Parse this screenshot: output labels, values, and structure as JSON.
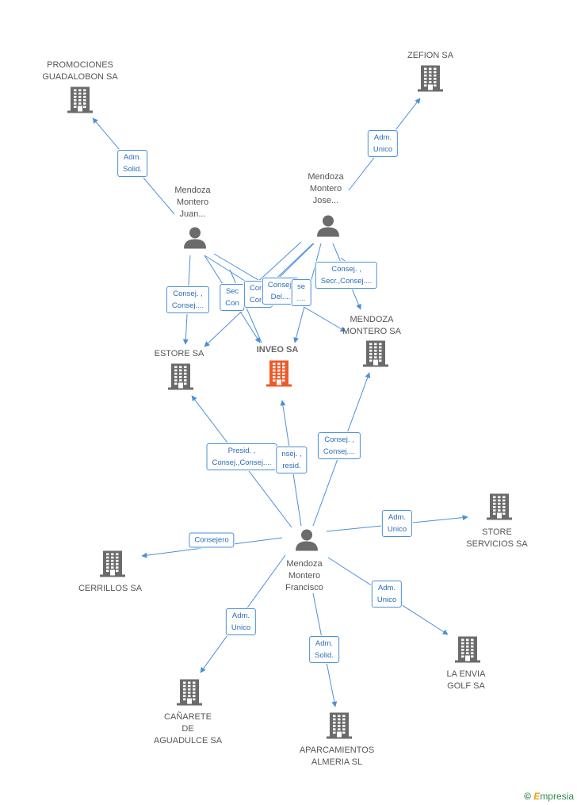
{
  "companies": [
    {
      "id": "promociones",
      "label": "PROMOCIONES\nGUADALOBON SA",
      "color": "#6b6b6b"
    },
    {
      "id": "zefion",
      "label": "ZEFION SA",
      "color": "#6b6b6b"
    },
    {
      "id": "estore",
      "label": "ESTORE SA",
      "color": "#6b6b6b"
    },
    {
      "id": "inveo",
      "label": "INVEO SA",
      "color": "#f05a28",
      "main": true
    },
    {
      "id": "mendoza_montero_sa",
      "label": "MENDOZA\nMONTERO SA",
      "color": "#6b6b6b"
    },
    {
      "id": "store_servicios",
      "label": "STORE\nSERVICIOS SA",
      "color": "#6b6b6b"
    },
    {
      "id": "cerrillos",
      "label": "CERRILLOS SA",
      "color": "#6b6b6b"
    },
    {
      "id": "la_envia",
      "label": "LA ENVIA\nGOLF SA",
      "color": "#6b6b6b"
    },
    {
      "id": "canarete",
      "label": "CAÑARETE\nDE\nAGUADULCE SA",
      "color": "#6b6b6b"
    },
    {
      "id": "aparcamientos",
      "label": "APARCAMIENTOS\nALMERIA SL",
      "color": "#6b6b6b"
    }
  ],
  "people": [
    {
      "id": "juan",
      "label": "Mendoza\nMontero\nJuan..."
    },
    {
      "id": "jose",
      "label": "Mendoza\nMontero\nJose..."
    },
    {
      "id": "francisco",
      "label": "Mendoza\nMontero\nFrancisco"
    }
  ],
  "edge_labels": [
    {
      "id": "juan-promociones",
      "text": "Adm.\nSolid."
    },
    {
      "id": "jose-zefion",
      "text": "Adm.\nUnico"
    },
    {
      "id": "juan-estore",
      "text": "Consej. ,\nConsej...."
    },
    {
      "id": "juan-inveo",
      "text": "Sec\nCon"
    },
    {
      "id": "juan-mms",
      "text": "Cons\nCons"
    },
    {
      "id": "jose-inveo",
      "text": "Consej.\nDel...."
    },
    {
      "id": "jose-estore",
      "text": "se\n...."
    },
    {
      "id": "jose-mms",
      "text": "Consej. ,\nSecr.,Consej...."
    },
    {
      "id": "francisco-estore",
      "text": "Presid. ,\nConsej.,Consej...."
    },
    {
      "id": "francisco-inveo",
      "text": "nsej. ,\nresid."
    },
    {
      "id": "francisco-mms",
      "text": "Consej. ,\nConsej...."
    },
    {
      "id": "francisco-store",
      "text": "Adm.\nUnico"
    },
    {
      "id": "francisco-cerrillos",
      "text": "Consejero"
    },
    {
      "id": "francisco-laenvia",
      "text": "Adm.\nUnico"
    },
    {
      "id": "francisco-canarete",
      "text": "Adm.\nUnico"
    },
    {
      "id": "francisco-aparcamientos",
      "text": "Adm.\nSolid."
    }
  ],
  "colors": {
    "edge": "#4a90d9",
    "building": "#6b6b6b",
    "building_main": "#f05a28",
    "person": "#6b6b6b"
  },
  "branding": {
    "copyright": "©",
    "name": "mpresia",
    "initial": "E"
  }
}
